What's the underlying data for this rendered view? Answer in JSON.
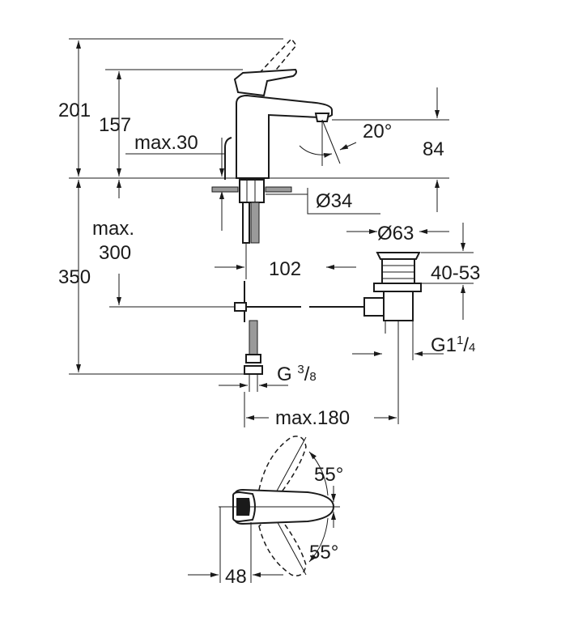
{
  "dimensions": {
    "d201": "201",
    "d157": "157",
    "max30": "max.30",
    "angle20": "20°",
    "d84": "84",
    "dia34": "Ø34",
    "max_label": "max.",
    "d300": "300",
    "d350": "350",
    "dia63": "Ø63",
    "d102": "102",
    "d40_53": "40-53",
    "g1_prefix": "G1",
    "g1_num": "1",
    "g1_den": "4",
    "g38_prefix": "G ",
    "g38_num": "3",
    "g38_den": "8",
    "max180": "max.180",
    "angle55_top": "55°",
    "angle55_bottom": "55°",
    "d48": "48"
  }
}
